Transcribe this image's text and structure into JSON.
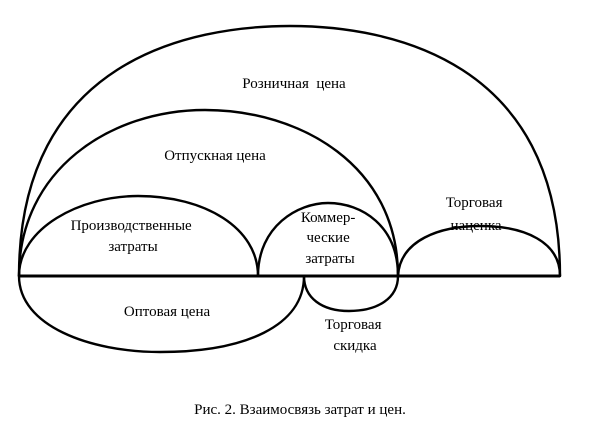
{
  "diagram": {
    "labels": {
      "retail_price": "Розничная  цена",
      "release_price": "Отпускная цена",
      "production_costs": [
        "Производственные",
        "затраты"
      ],
      "commercial_costs": [
        "Коммер-",
        "ческие",
        "затраты"
      ],
      "trade_markup": [
        "Торговая",
        "наценка"
      ],
      "wholesale_price": "Оптовая цена",
      "trade_discount": [
        "Торговая",
        "скидка"
      ]
    },
    "caption": "Рис. 2. Взаимосвязь затрат и цен."
  }
}
